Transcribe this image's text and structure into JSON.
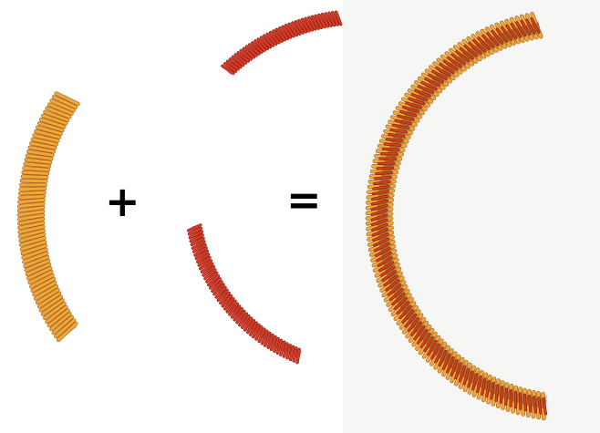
{
  "operators": {
    "plus": "+",
    "equals": "="
  },
  "springs": [
    {
      "name": "large-orange-spring-arc",
      "color": "#f0a63a",
      "shade": "#9a5a10"
    },
    {
      "name": "small-red-spring-arc-top",
      "color": "#e23a24",
      "shade": "#7d150b"
    },
    {
      "name": "small-red-spring-arc-bottom",
      "color": "#e23a24",
      "shade": "#7d150b"
    },
    {
      "name": "combined-orange-spring-arc",
      "color": "#f0a63a",
      "shade": "#9a5a10"
    },
    {
      "name": "combined-red-spring-arc",
      "color": "#d8431f",
      "shade": "#7a1e08"
    }
  ]
}
